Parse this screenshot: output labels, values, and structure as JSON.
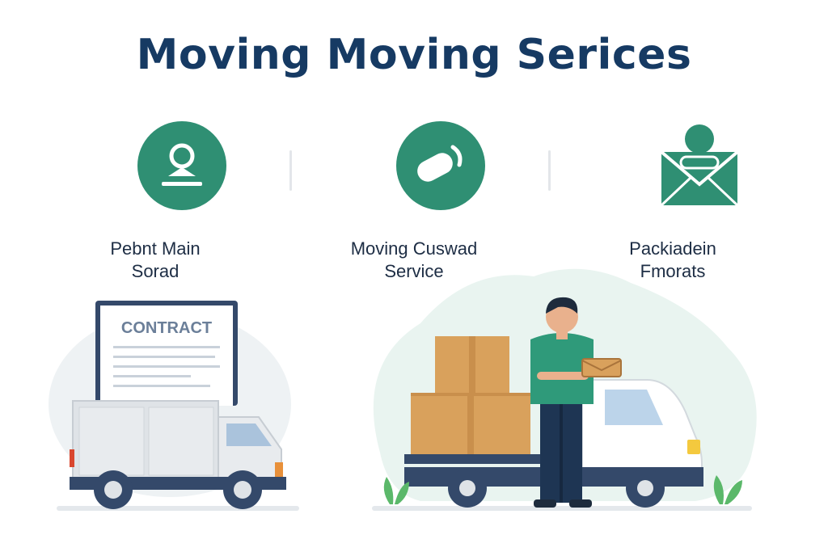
{
  "page": {
    "title": "Moving Moving Serices"
  },
  "features": [
    {
      "label_line1": "Pebnt Main",
      "label_line2": "Sorad",
      "icon": "person-icon"
    },
    {
      "label_line1": "Moving Cuswad",
      "label_line2": "Service",
      "icon": "tape-icon"
    },
    {
      "label_line1": "Packiadein",
      "label_line2": "Fmorats",
      "icon": "envelope-icon"
    }
  ],
  "illustration": {
    "contract_label": "CONTRACT"
  },
  "colors": {
    "title": "#163a63",
    "accent_green": "#2f8f73",
    "box_tan": "#d9a15c",
    "truck_navy": "#34496a"
  }
}
